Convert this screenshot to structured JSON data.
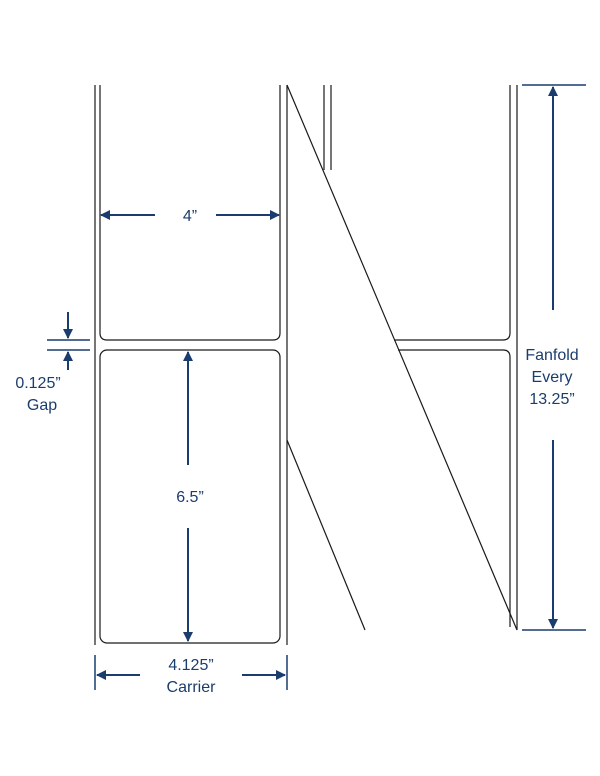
{
  "colors": {
    "dimension": "#1a3d6e",
    "outline": "#1a1a1a",
    "background": "#ffffff"
  },
  "dimensions": {
    "width": "4”",
    "height": "6.5”",
    "gap_value": "0.125”",
    "gap_label": "Gap",
    "carrier_value": "4.125”",
    "carrier_label": "Carrier",
    "fanfold_line1": "Fanfold",
    "fanfold_line2": "Every",
    "fanfold_line3": "13.25”"
  }
}
